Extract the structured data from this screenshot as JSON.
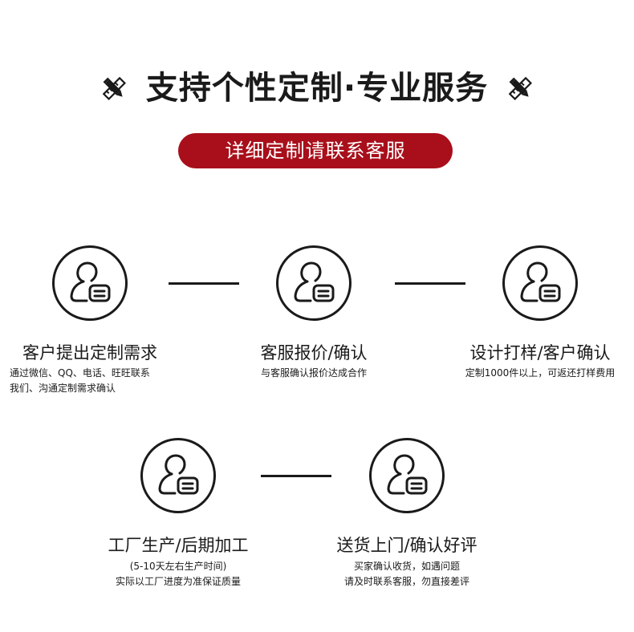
{
  "header": {
    "title": "支持个性定制·专业服务",
    "icon_left": "pencil-ruler-icon",
    "icon_right": "pencil-ruler-icon"
  },
  "banner": {
    "text": "详细定制请联系客服",
    "color": "#a80f1b"
  },
  "steps": [
    {
      "icon": "user-card-icon",
      "title": "客户提出定制需求",
      "desc": [
        "通过微信、QQ、电话、旺旺联系",
        "我们、沟通定制需求确认"
      ]
    },
    {
      "icon": "user-card-icon",
      "title": "客服报价/确认",
      "desc": [
        "与客服确认报价达成合作"
      ]
    },
    {
      "icon": "user-card-icon",
      "title": "设计打样/客户确认",
      "desc": [
        "定制1000件以上，可返还打样费用"
      ]
    },
    {
      "icon": "user-card-icon",
      "title": "工厂生产/后期加工",
      "desc": [
        "(5-10天左右生产时间)",
        "实际以工厂进度为准保证质量"
      ]
    },
    {
      "icon": "user-card-icon",
      "title": "送货上门/确认好评",
      "desc": [
        "买家确认收货，如遇问题",
        "请及时联系客服，勿直接差评"
      ]
    }
  ]
}
